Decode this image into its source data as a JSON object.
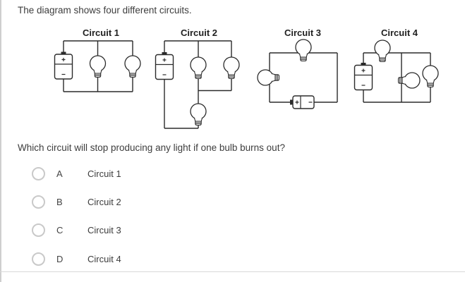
{
  "page": {
    "intro": "The diagram shows four different circuits.",
    "question": "Which circuit will stop producing any light if one bulb burns out?"
  },
  "circuits": [
    {
      "label": "Circuit 1",
      "depicts": "battery with two bulbs on parallel branches"
    },
    {
      "label": "Circuit 2",
      "depicts": "battery with two parallel bulbs in series with a third bulb"
    },
    {
      "label": "Circuit 3",
      "depicts": "battery with two bulbs in a single series loop"
    },
    {
      "label": "Circuit 4",
      "depicts": "battery and one series bulb feeding two parallel bulbs"
    }
  ],
  "options": [
    {
      "letter": "A",
      "label": "Circuit 1"
    },
    {
      "letter": "B",
      "label": "Circuit 2"
    },
    {
      "letter": "C",
      "label": "Circuit 3"
    },
    {
      "letter": "D",
      "label": "Circuit 4"
    }
  ],
  "colors": {
    "wire": "#2b2b2b",
    "body_text": "#3d3d3d",
    "heading_text": "#1f1f1f",
    "radio_border": "#c9c9c9",
    "divider": "#d8d8d8"
  }
}
